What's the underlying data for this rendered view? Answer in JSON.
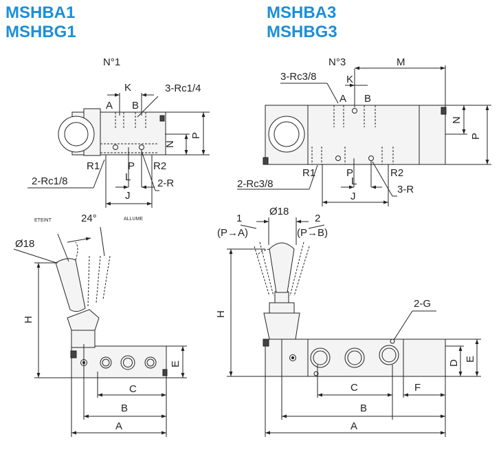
{
  "titles": {
    "left": [
      "MSHBA1",
      "MSHBG1"
    ],
    "right": [
      "MSHBA3",
      "MSHBG3"
    ]
  },
  "accent_color": "#1b8fd8",
  "left": {
    "view": "N°1",
    "labels": {
      "k": "K",
      "a": "A",
      "b": "B",
      "ports_top": "3-Rc1/4",
      "n": "N",
      "p": "P",
      "r1": "R1",
      "port_p": "P",
      "r2": "R2",
      "l": "L",
      "ports_in": "2-Rc1/8",
      "ports_r": "2-R",
      "j": "J",
      "off": "ETEINT",
      "angle": "24°",
      "on": "ALLUME",
      "dia": "Ø18",
      "h": "H",
      "e": "E",
      "c": "C",
      "bb": "B",
      "aa": "A"
    }
  },
  "right": {
    "view": "N°3",
    "labels": {
      "m": "M",
      "ports_top": "3-Rc3/8",
      "k": "K",
      "a": "A",
      "b": "B",
      "n": "N",
      "p": "P",
      "r1": "R1",
      "port_p": "P",
      "r2": "R2",
      "l": "L",
      "ports_in": "2-Rc3/8",
      "ports_r": "3-R",
      "j": "J",
      "pos1": "1",
      "dia": "Ø18",
      "pos2": "2",
      "flow1": "(P→A)",
      "flow2": "(P→B)",
      "h": "H",
      "g": "2-G",
      "d": "D",
      "e": "E",
      "c": "C",
      "f": "F",
      "bb": "B",
      "aa": "A"
    }
  }
}
